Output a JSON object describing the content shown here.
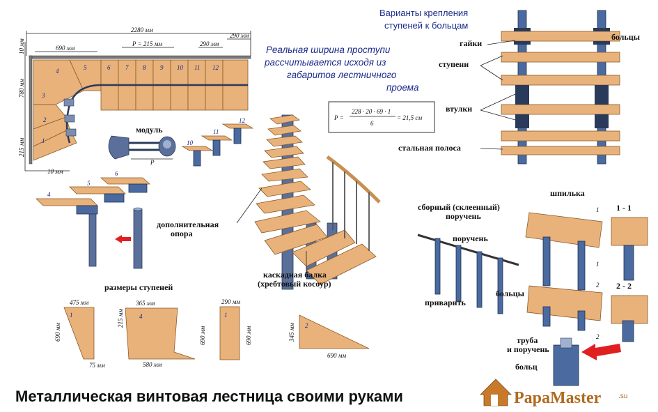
{
  "title": "Металлическая винтовая лестница своими руками",
  "logo": {
    "text": "PapaMaster",
    "suffix": ".su"
  },
  "top_right_title": {
    "line1": "Варианты крепления",
    "line2": "ступеней к больцам"
  },
  "note": {
    "line1": "Реальная ширина проступи",
    "line2": "рассчитывается исходя из",
    "line3": "габаритов лестничного",
    "line4": "проема"
  },
  "formula": {
    "lhs": "P =",
    "numerator": "228 · 20 · 69 · 1",
    "denominator": "6",
    "result": "= 21,5 см"
  },
  "plan": {
    "dim_total": "2280 мм",
    "dim_290_top": "290 мм",
    "dim_690": "690 мм",
    "dim_p": "P = 215 мм",
    "dim_290_right": "290 мм",
    "dim_10_top": "10 мм",
    "dim_780": "780 мм",
    "dim_215": "215 мм",
    "dim_10_bottom": "10 мм",
    "step_numbers": [
      "1",
      "2",
      "3",
      "4",
      "5",
      "6",
      "7",
      "8",
      "9",
      "10",
      "11",
      "12"
    ]
  },
  "labels": {
    "modul": "модуль",
    "p_letter": "P",
    "extra_support_1": "дополнительная",
    "extra_support_2": "опора",
    "cascade_1": "каскадная балка",
    "cascade_2": "(хребтовый косоур)",
    "step_sizes": "размеры ступеней",
    "boltsy": "больцы",
    "gaiki": "гайки",
    "stupeni": "ступени",
    "vtulki": "втулки",
    "steel_strip": "стальная полоса",
    "assembled_1": "сборный (склеенный)",
    "assembled_2": "поручень",
    "shpilka": "шпилька",
    "poruchen": "поручень",
    "privarit": "приварить",
    "boltsy2": "больцы",
    "pipe_1": "труба",
    "pipe_2": "и поручень",
    "bolts_single": "больц",
    "sect_1": "1 - 1",
    "sect_2": "2 - 2",
    "mark_1": "1",
    "mark_2": "2"
  },
  "side_numbers": [
    "4",
    "5",
    "6",
    "10",
    "11",
    "12"
  ],
  "step_shapes": {
    "s1": {
      "num": "1",
      "top": "475 мм",
      "left": "690 мм",
      "bottom": "75 мм"
    },
    "s2": {
      "num": "4",
      "top": "365 мм",
      "left": "215 мм",
      "right": "690 мм",
      "bottom": "580 мм"
    },
    "s3": {
      "num": "1",
      "top": "290 мм",
      "right": "690 мм"
    },
    "s4": {
      "num": "2",
      "left": "345 мм",
      "bottom": "690 мм"
    }
  },
  "colors": {
    "wood": "#e8b27a",
    "steel": "#4a6aa0",
    "accent_blue": "#1a2a8a",
    "arrow_red": "#e02020"
  }
}
